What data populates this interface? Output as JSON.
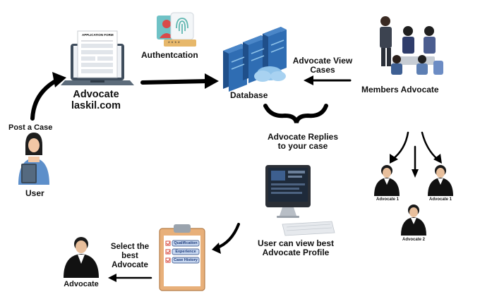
{
  "labels": {
    "authentication": "Authentcation",
    "advocate_site_line1": "Advocate",
    "advocate_site_line2": "laskil.com",
    "database": "Database",
    "advocate_view_cases_line1": "Advocate View",
    "advocate_view_cases_line2": "Cases",
    "members_advocate": "Members Advocate",
    "post_a_case": "Post a Case",
    "user": "User",
    "advocate_replies_line1": "Advocate Replies",
    "advocate_replies_line2": "to your case",
    "advocate_1_left": "Advocate 1",
    "advocate_1_right": "Advocate 1",
    "advocate_2": "Advocate 2",
    "user_can_view_line1": "User can view best",
    "user_can_view_line2": "Advocate Profile",
    "select_best_line1": "Select the",
    "select_best_line2": "best",
    "select_best_line3": "Advocate",
    "advocate_bottom": "Advocate"
  },
  "application_form": {
    "title": "APPLICATION FORM"
  },
  "clipboard_items": [
    "Qualification",
    "Experience",
    "Case History"
  ],
  "colors": {
    "arrow": "#000000",
    "laptop_body": "#3f4d5c",
    "server_blue": "#2f6db3",
    "cloud": "#8fc3ea",
    "clipboard_frame": "#e8b07a",
    "clipboard_paper": "#ffffff",
    "clip": "#9aa3ad",
    "check_red": "#d6453a",
    "item_blue": "#c9d9f2",
    "user_shirt": "#5d8fca",
    "lawyer_robe": "#111111"
  },
  "icons": [
    "laptop-icon",
    "authentication-icon",
    "database-servers-icon",
    "meeting-people-icon",
    "user-person-icon",
    "advocate-figure-icon",
    "desktop-monitor-icon",
    "clipboard-icon"
  ]
}
